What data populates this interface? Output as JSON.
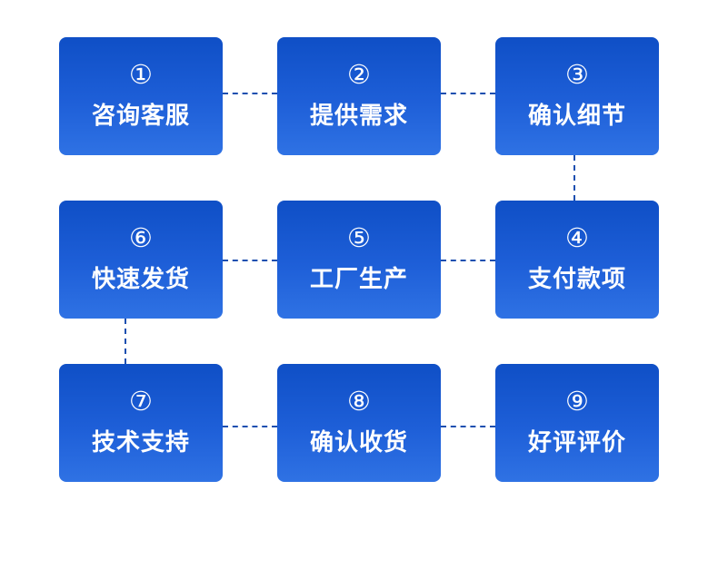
{
  "colors": {
    "box_top": "#0f4fc6",
    "box_bottom": "#2f72e4",
    "connector": "#1d4fb0",
    "text": "#ffffff",
    "background": "#ffffff"
  },
  "steps": [
    {
      "num": "①",
      "label": "咨询客服"
    },
    {
      "num": "②",
      "label": "提供需求"
    },
    {
      "num": "③",
      "label": "确认细节"
    },
    {
      "num": "④",
      "label": "支付款项"
    },
    {
      "num": "⑤",
      "label": "工厂生产"
    },
    {
      "num": "⑥",
      "label": "快速发货"
    },
    {
      "num": "⑦",
      "label": "技术支持"
    },
    {
      "num": "⑧",
      "label": "确认收货"
    },
    {
      "num": "⑨",
      "label": "好评评价"
    }
  ]
}
